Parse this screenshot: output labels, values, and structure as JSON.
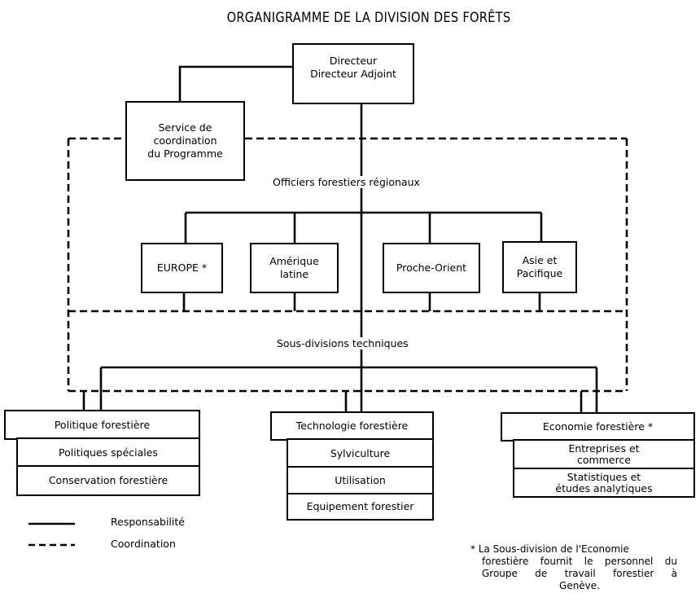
{
  "title": "ORGANIGRAMME DE LA DIVISION DES FORÊTS",
  "director": {
    "line1": "Directeur",
    "line2": "Directeur Adjoint"
  },
  "service": {
    "line1": "Service de",
    "line2": "coordination",
    "line3": "du Programme"
  },
  "regional_label": "Officiers forestiers régionaux",
  "regions": [
    {
      "line1": "EUROPE *",
      "line2": ""
    },
    {
      "line1": "Amérique",
      "line2": "latine"
    },
    {
      "line1": "Proche-Orient",
      "line2": ""
    },
    {
      "line1": "Asie et",
      "line2": "Pacifique"
    }
  ],
  "technical_label": "Sous-divisions techniques",
  "subdivisions": [
    {
      "title": "Politique forestière",
      "units": [
        {
          "line1": "Politiques spéciales",
          "line2": ""
        },
        {
          "line1": "Conservation forestière",
          "line2": ""
        }
      ]
    },
    {
      "title": "Technologie forestière",
      "units": [
        {
          "line1": "Sylviculture",
          "line2": ""
        },
        {
          "line1": "Utilisation",
          "line2": ""
        },
        {
          "line1": "Equipement forestier",
          "line2": ""
        }
      ]
    },
    {
      "title": "Economie forestière *",
      "units": [
        {
          "line1": "Entreprises et",
          "line2": "commerce"
        },
        {
          "line1": "Statistiques et",
          "line2": "études analytiques"
        }
      ]
    }
  ],
  "legend": {
    "solid_label": "Responsabilité",
    "dashed_label": "Coordination"
  },
  "footnote": {
    "line1": "* La Sous-division de l'Economie",
    "line2": "forestière fournit le personnel du",
    "line3": "Groupe de travail forestier à",
    "line4": "Genève."
  }
}
